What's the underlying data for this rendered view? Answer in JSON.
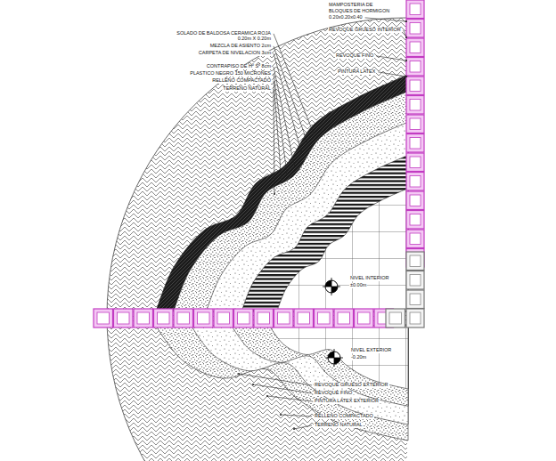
{
  "diagram": {
    "labels": [
      "MAMPOSTERIA DE",
      "BLOQUES DE HORMIGON",
      "0.20x0.20x0.40",
      "SOLADO DE BALDOSA CERAMICA ROJA",
      "0.20m X 0.20m",
      "REVOQUE GRUESO INTERIOR",
      "MEZCLA DE ASIENTO 2cm",
      "CARPETA DE NIVELACION 3cm",
      "REVOQUE FINO",
      "CONTRAPISO DE Hº Sº 8cm",
      "PLASTICO NEGRO 150 MICRONES",
      "RELLENO COMPACTADO",
      "PINTURA LATEX",
      "TERRENO NATURAL",
      "NIVEL INTERIOR",
      "±0.00m",
      "NIVEL EXTERIOR",
      "-0.20m",
      "REVOQUE GRUESO EXTERIOR",
      "REVOQUE FINO",
      "PINTURA LATEX EXTERIOR",
      "RELLENO COMPACTADO",
      "TERRENO NATURAL"
    ]
  }
}
